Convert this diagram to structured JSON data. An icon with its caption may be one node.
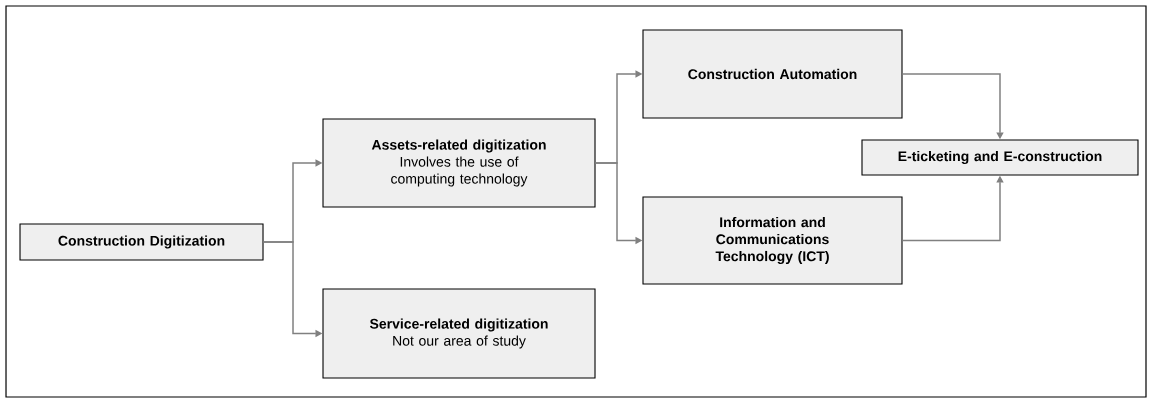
{
  "diagram": {
    "nodes": [
      {
        "text": [
          "Construction Digitization"
        ]
      },
      {
        "text": [
          "Assets-related digitization",
          "Involves the use of computing technology"
        ]
      },
      {
        "text": [
          "Service-related digitization",
          "Not our area of study"
        ]
      },
      {
        "text": [
          "Construction Automation"
        ]
      },
      {
        "text": [
          "Information and Communications Technology (ICT)"
        ]
      },
      {
        "text": [
          "E-ticketing and E-construction"
        ]
      }
    ],
    "edges": [
      {
        "from": 0,
        "to": 1,
        "arrow": "to"
      },
      {
        "from": 0,
        "to": 2,
        "arrow": "to"
      },
      {
        "from": 1,
        "to": 3,
        "arrow": "to"
      },
      {
        "from": 1,
        "to": 4,
        "arrow": "to"
      },
      {
        "from": 3,
        "to": 5,
        "arrow": "to"
      },
      {
        "from": 4,
        "to": 5,
        "arrow": "to"
      }
    ]
  }
}
